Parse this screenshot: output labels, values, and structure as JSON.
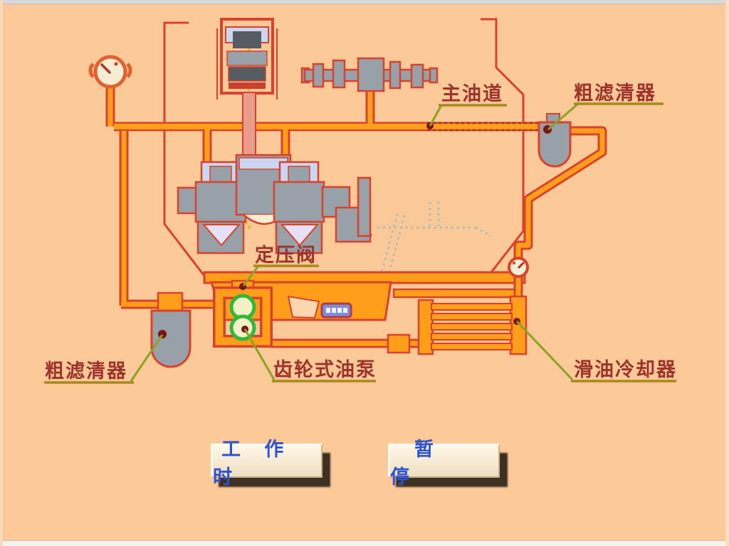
{
  "diagram": {
    "labels": {
      "main_gallery": "主油道",
      "filter_top": "粗滤清器",
      "pressure_valve": "定压阀",
      "filter_bottom": "粗滤清器",
      "gear_pump": "齿轮式油泵",
      "oil_cooler": "滑油冷却器"
    },
    "colors": {
      "background": "#FBC998",
      "pipe_fill": "#FF9E19",
      "pipe_outline": "#D9422C",
      "component_gray": "#98A0A8",
      "bearing_blue": "#CBD7F2",
      "gear_green": "#2FB83C",
      "label_text": "#9E332B",
      "label_underline": "#A8891C",
      "leader_line": "#8AA226",
      "anchor_dot": "#7A1510",
      "button_text": "#2F52D0",
      "strainer_blue": "#7E8FD8"
    }
  },
  "buttons": {
    "working": "工 作 时",
    "pause": "暂 停"
  }
}
